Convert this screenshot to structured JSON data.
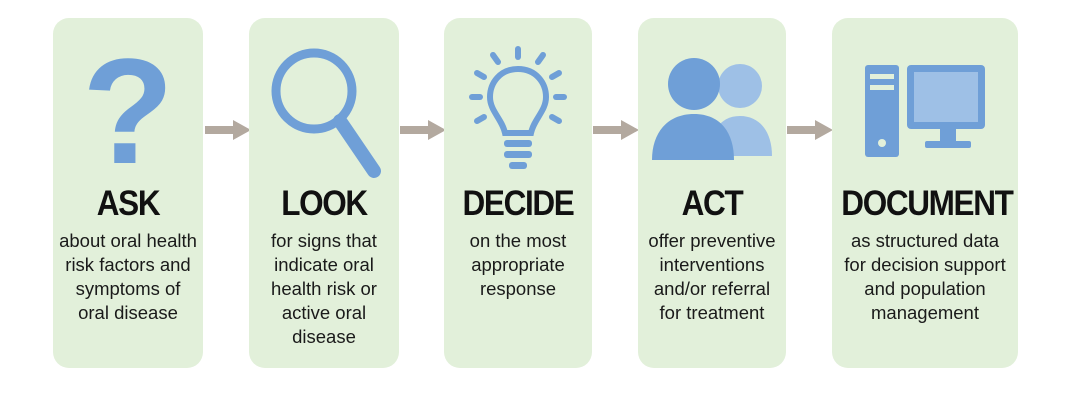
{
  "colors": {
    "panel": "#e2f0da",
    "icon": "#6f9fd7",
    "icon_light": "#9ec0e6",
    "arrow": "#b3a99f"
  },
  "steps": [
    {
      "icon": "question-mark-icon",
      "title": "ASK",
      "desc": "about oral health\nrisk factors and\nsymptoms of\noral disease"
    },
    {
      "icon": "magnifying-glass-icon",
      "title": "LOOK",
      "desc": "for signs that\nindicate oral\nhealth risk or\nactive oral\ndisease"
    },
    {
      "icon": "lightbulb-icon",
      "title": "DECIDE",
      "desc": "on the most\nappropriate\nresponse"
    },
    {
      "icon": "people-icon",
      "title": "ACT",
      "desc": "offer preventive\ninterventions\nand/or referral\nfor treatment"
    },
    {
      "icon": "computer-icon",
      "title": "DOCUMENT",
      "desc": "as structured data\nfor decision support\nand population\nmanagement"
    }
  ]
}
